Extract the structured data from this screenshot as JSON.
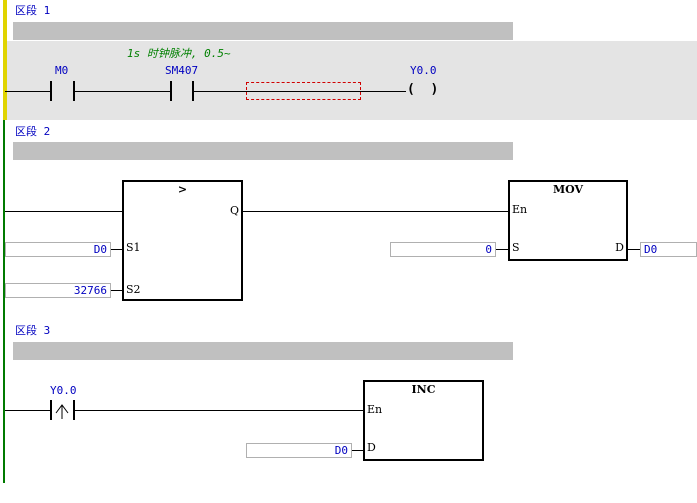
{
  "networks": [
    {
      "label": "区段 1"
    },
    {
      "label": "区段 2"
    },
    {
      "label": "区段 3"
    }
  ],
  "net1": {
    "comment": "1s 时钟脉冲, 0.5~",
    "contact1": "M0",
    "contact2": "SM407",
    "coil": "Y0.0"
  },
  "net2": {
    "compare_block": {
      "title": ">",
      "pin_s1": "S1",
      "pin_s2": "S2",
      "pin_q": "Q",
      "s1_value": "D0",
      "s2_value": "32766"
    },
    "mov_block": {
      "title": "MOV",
      "pin_en": "En",
      "pin_s": "S",
      "pin_d": "D",
      "s_value": "0",
      "d_value": "D0"
    }
  },
  "net3": {
    "contact": "Y0.0",
    "inc_block": {
      "title": "INC",
      "pin_en": "En",
      "pin_d": "D",
      "d_value": "D0"
    }
  },
  "colors": {
    "operand": "#0000c0",
    "comment": "#008000",
    "rail": "#007a00",
    "selection": "#d00000"
  }
}
